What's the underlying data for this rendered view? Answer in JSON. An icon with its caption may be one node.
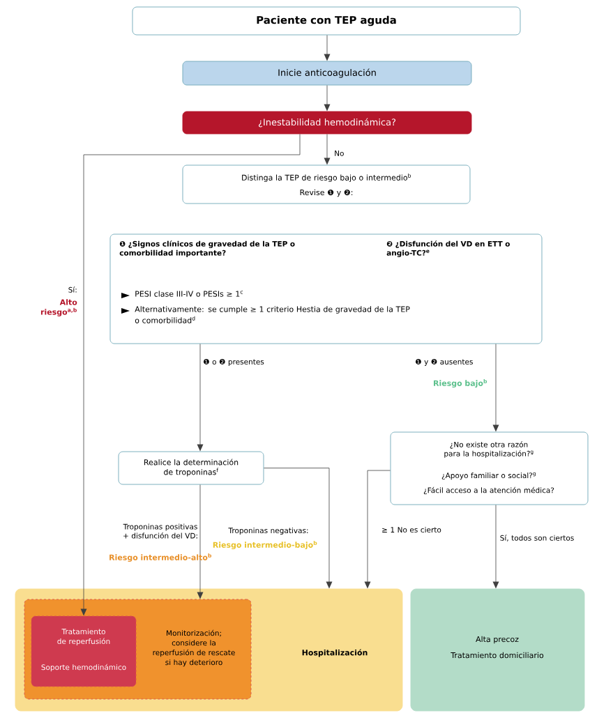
{
  "diagram": {
    "nodes": [
      {
        "text": [
          "Paciente con TEP aguda"
        ]
      },
      {
        "text": [
          "Inicie anticoagulación"
        ]
      },
      {
        "text": [
          "¿Inestabilidad hemodinámica?"
        ]
      },
      {
        "text": [
          "Distinga la TEP de riesgo bajo o intermedio$^{b}$",
          "Revise ❶ y ❷:"
        ]
      },
      {
        "text": [
          "❶ ¿Signos clínicos de gravedad de la TEP o comorbilidad importante?",
          "❷ ¿Disfunción del VD en ETT o angio-TC?$^{e}$",
          "PESI clase III-IV o PESIs ≥ 1$^{c}$",
          "Alternativamente: se cumple ≥ 1 criterio Hestia de gravedad de la TEP o comorbilidad$^{d}$"
        ]
      },
      {
        "text": [
          "Realice la determinación de troponinas$^{f}$"
        ]
      },
      {
        "text": [
          "¿No existe otra razón para la hospitalización?$^{g}$",
          "¿Apoyo familiar o social?$^{g}$",
          "¿Fácil acceso a la atención médica?"
        ]
      },
      {
        "text": [
          "Hospitalización"
        ]
      },
      {
        "text": [
          "Monitorización; considere la reperfusión de rescate si hay deterioro"
        ],
        "in": 7
      },
      {
        "text": [
          "Tratamiento de reperfusión",
          "Soporte hemodinámico"
        ],
        "in": 8
      },
      {
        "text": [
          "Alta precoz",
          "Tratamiento domiciliario"
        ]
      }
    ],
    "edges": [
      {
        "from": 0,
        "to": 1,
        "arrow": "to"
      },
      {
        "from": 1,
        "to": 2,
        "arrow": "to"
      },
      {
        "from": 2,
        "to": 3,
        "arrow": "to",
        "label": "No"
      },
      {
        "from": 2,
        "to": 9,
        "arrow": "to",
        "label": "Sí:"
      },
      {
        "from": 4,
        "to": 5,
        "arrow": "to",
        "label": "❶ o ❷ presentes"
      },
      {
        "from": 4,
        "to": 6,
        "arrow": "to",
        "label": "❶ y ❷ ausentes"
      },
      {
        "from": 5,
        "to": 8,
        "arrow": "to",
        "label": "Troponinas positivas + disfunción del VD:"
      },
      {
        "from": 5,
        "to": 7,
        "arrow": "to",
        "label": "Troponinas negativas:"
      },
      {
        "from": 6,
        "to": 7,
        "arrow": "to",
        "label": "≥ 1 No es cierto"
      },
      {
        "from": 6,
        "to": 10,
        "arrow": "to",
        "label": "Sí, todos son ciertos"
      }
    ],
    "labels": [
      "Alto riesgo$^{a,b}$",
      "Riesgo bajo$^{b}$",
      "Riesgo intermedio-alto$^{b}$",
      "Riesgo intermedio-bajo$^{b}$"
    ]
  }
}
